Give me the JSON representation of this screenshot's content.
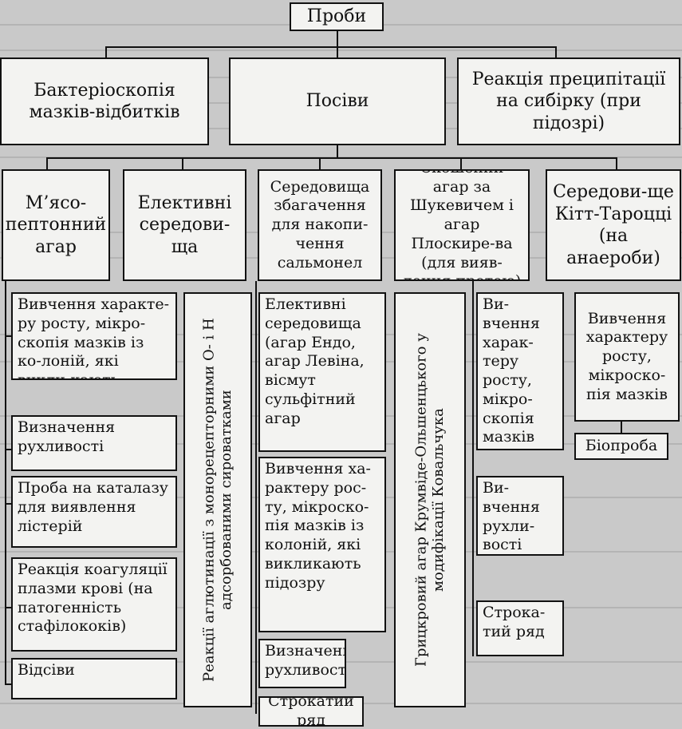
{
  "root": {
    "label": "Проби"
  },
  "level1": {
    "bacterioscopy": "Бактеріоскопія мазків-відбитків",
    "cultures": "Посіви",
    "precipitation": "Реакція преципітації на сибірку (при підозрі)"
  },
  "media": {
    "meat_agar": "М’ясо-пептонний агар",
    "elective": "Елективні середови-ща",
    "enrichment": "Середовища збагачення для накопи-чення сальмонел",
    "sloped_agar": "Скошений агар за Шукевичем і агар Плоскире-ва (для вияв-лення протею)",
    "kitt_tarozzi": "Середови-ще Кітт-Тароцці (на анаероби)"
  },
  "column1": [
    "Вивчення характе-ру росту, мікро-скопія мазків із ко-лоній, які викли-кають підозру",
    "Визначення рухливості",
    "Проба на каталазу для виявлення лістерій",
    "Реакція коагуляції плазми крові (на патогенність стафілококів)",
    "Відсіви"
  ],
  "column2_vertical": "Реакції аглютинації з монорецепторними О- і Н адсорбованими сироватками",
  "column3": [
    "Елективні середовища (агар Ендо, агар Левіна, вісмут сульфітний агар",
    "Вивчення ха-рактеру рос-ту, мікроско-пія мазків із колоній, які викликають підозру",
    "Визначення рухливості",
    "Строкатий ряд"
  ],
  "column4_vertical": "Грицкровий агар Крумвіде-Ольшенцького у модифікації Ковальчука",
  "column5": [
    "Ви-вчення харак-теру росту, мікро-скопія мазків",
    "Ви-вчення рухли-вості",
    "Строка-тий ряд"
  ],
  "column6": [
    "Вивчення характеру росту, мікроско-пія мазків",
    "Біопроба"
  ]
}
